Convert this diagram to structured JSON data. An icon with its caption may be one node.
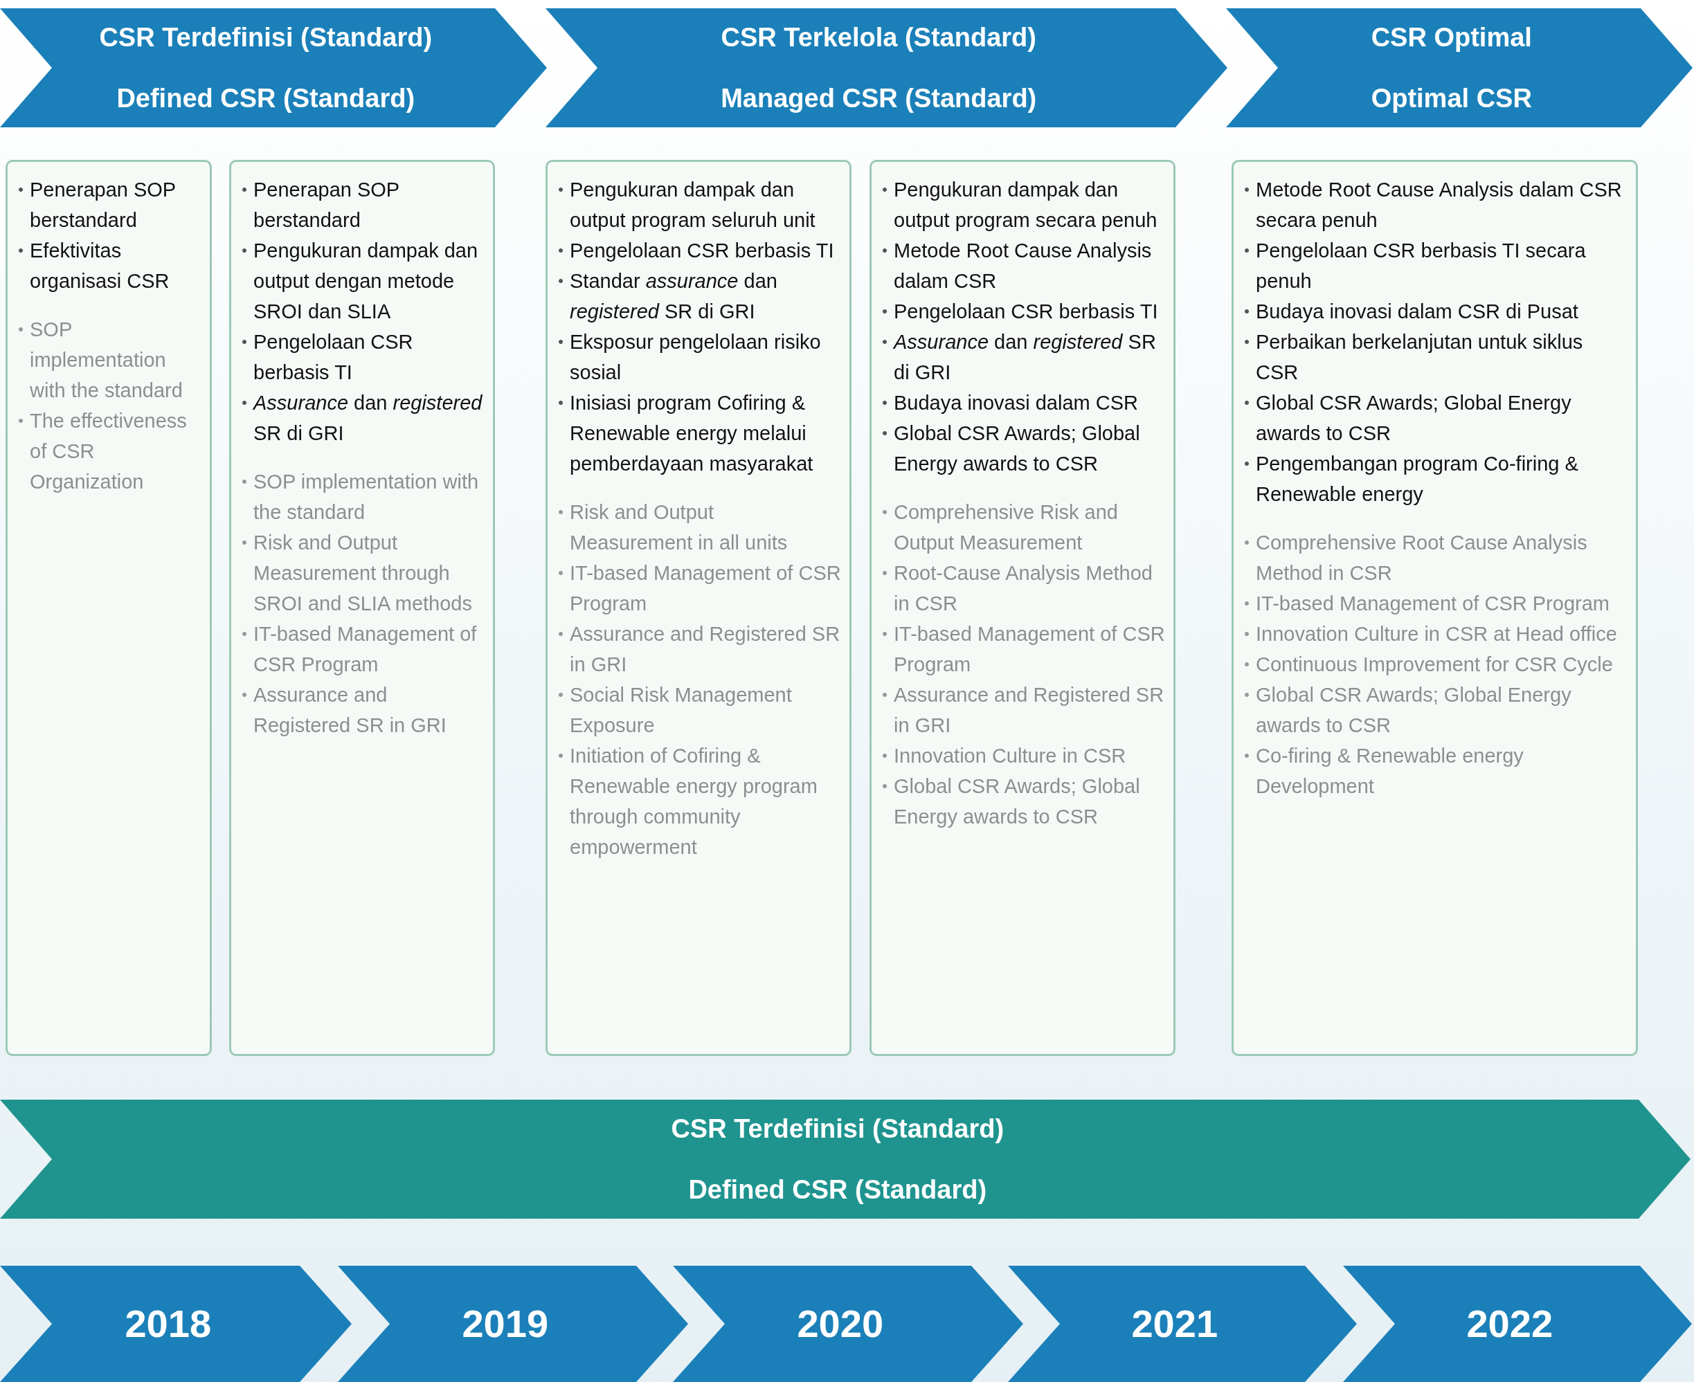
{
  "diagram": {
    "nodes": [
      {
        "text": [
          "CSR Terdefinisi (Standard)",
          "Defined CSR (Standard)"
        ]
      },
      {
        "text": [
          "CSR Terkelola (Standard)",
          "Managed CSR (Standard)"
        ]
      },
      {
        "text": [
          "CSR Optimal",
          "Optimal CSR"
        ]
      },
      {
        "text": [
          "Penerapan SOP berstandard",
          "Efektivitas organisasi CSR",
          "SOP implementation with the standard",
          "The effectiveness of CSR Organization"
        ]
      },
      {
        "text": [
          "Penerapan SOP berstandard",
          "Pengukuran dampak dan output dengan metode SROI dan SLIA",
          "Pengelolaan CSR berbasis TI",
          "*Assurance* dan *registered* SR di GRI",
          "SOP implementation with the standard",
          "Risk and Output Measurement through SROI and SLIA methods",
          "IT-based Management of CSR Program",
          "Assurance and Registered SR in GRI"
        ]
      },
      {
        "text": [
          "Pengukuran dampak dan output program seluruh unit",
          "Pengelolaan CSR berbasis TI",
          "Standar *assurance* dan *registered* SR di GRI",
          "Eksposur pengelolaan risiko sosial",
          "Inisiasi program Cofiring & Renewable energy melalui pemberdayaan masyarakat",
          "Risk and Output Measurement in all units",
          "IT-based Management of CSR Program",
          "Assurance and Registered SR in GRI",
          "Social Risk Management Exposure",
          "Initiation of Cofiring & Renewable energy program through community empowerment"
        ]
      },
      {
        "text": [
          "Pengukuran dampak dan output program secara penuh",
          "Metode Root Cause Analysis dalam CSR",
          "Pengelolaan CSR berbasis TI",
          "*Assurance* dan *registered* SR di GRI",
          "Budaya inovasi dalam CSR",
          "Global CSR Awards; Global Energy awards to CSR",
          "Comprehensive Risk and Output Measurement",
          "Root-Cause Analysis Method in CSR",
          "IT-based Management of CSR Program",
          "Assurance and Registered SR in GRI",
          "Innovation Culture in CSR",
          "Global CSR Awards; Global Energy awards to CSR"
        ]
      },
      {
        "text": [
          "Metode Root Cause Analysis dalam CSR secara penuh",
          "Pengelolaan CSR berbasis TI secara penuh",
          "Budaya inovasi dalam CSR di Pusat",
          "Perbaikan berkelanjutan untuk siklus CSR",
          "Global CSR Awards; Global Energy awards to CSR",
          "Pengembangan program Co-firing & Renewable energy",
          "Comprehensive Root Cause Analysis Method in CSR",
          "IT-based Management of CSR Program",
          "Innovation Culture in CSR at Head office",
          "Continuous Improvement for CSR Cycle",
          "Global CSR Awards; Global Energy awards to CSR",
          "Co-firing & Renewable energy Development"
        ]
      },
      {
        "text": [
          "CSR Terdefinisi (Standard)",
          "Defined CSR (Standard)"
        ]
      },
      {
        "text": [
          "2018"
        ]
      },
      {
        "text": [
          "2019"
        ]
      },
      {
        "text": [
          "2020"
        ]
      },
      {
        "text": [
          "2021"
        ]
      },
      {
        "text": [
          "2022"
        ]
      }
    ]
  }
}
